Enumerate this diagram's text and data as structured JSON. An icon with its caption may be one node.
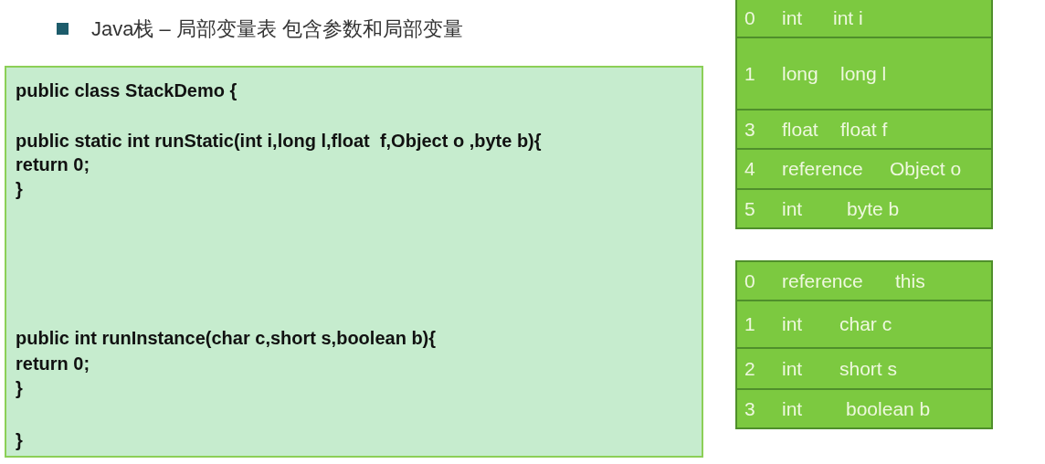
{
  "diagram": {
    "title": "Java栈 – 局部变量表 包含参数和局部变量",
    "nodes": [
      {
        "text": [
          "public class StackDemo {",
          "public static int runStatic(int i,long l,float  f,Object o ,byte b){",
          "return 0;",
          "}",
          "public int runInstance(char c,short s,boolean b){",
          "return 0;",
          "}",
          "}"
        ]
      },
      {
        "text": [
          "0",
          "int",
          "int i"
        ]
      },
      {
        "text": [
          "1",
          "long",
          "long l"
        ]
      },
      {
        "text": [
          "3",
          "float",
          "float f"
        ]
      },
      {
        "text": [
          "4",
          "reference",
          "Object o"
        ]
      },
      {
        "text": [
          "5",
          "int",
          "byte b"
        ]
      },
      {
        "text": [
          "0",
          "reference",
          "this"
        ]
      },
      {
        "text": [
          "1",
          "int",
          "char c"
        ]
      },
      {
        "text": [
          "2",
          "int",
          "short s"
        ]
      },
      {
        "text": [
          "3",
          "int",
          "boolean b"
        ]
      }
    ],
    "edges": []
  }
}
